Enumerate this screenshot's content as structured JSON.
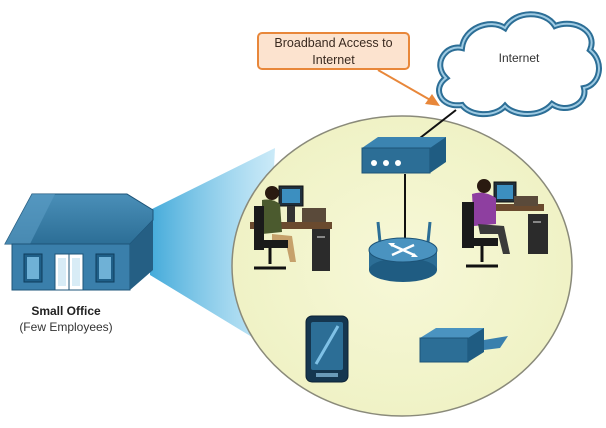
{
  "callout": {
    "label": "Broadband Access to Internet"
  },
  "cloud": {
    "label": "Internet"
  },
  "office": {
    "title": "Small Office",
    "subtitle": "(Few Employees)"
  },
  "colors": {
    "callout_border": "#e8873a",
    "callout_fill": "#fce3cf",
    "device_blue": "#2c6e96",
    "network_area": "#f3f5cf",
    "zoom_beam": "#5bbde3"
  }
}
